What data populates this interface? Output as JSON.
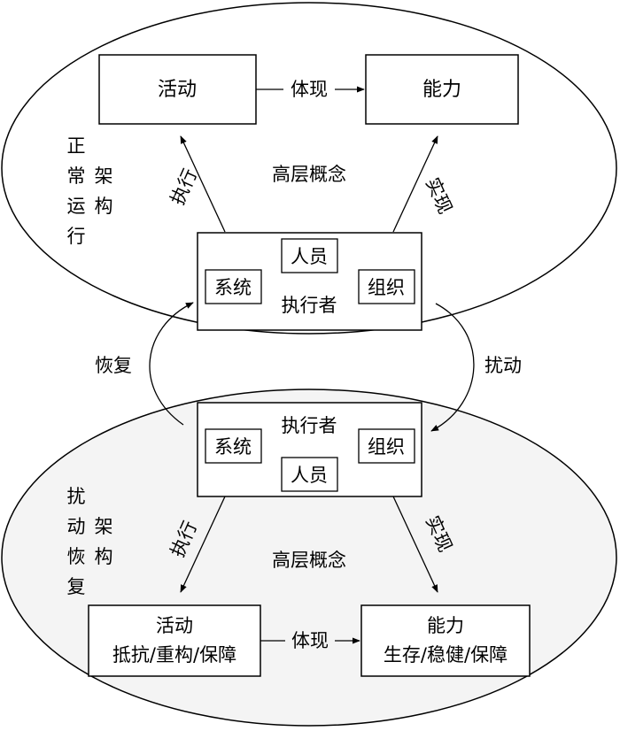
{
  "top": {
    "activity": "活动",
    "ability": "能力",
    "embody": "体现",
    "execute": "执行",
    "realize": "实现",
    "high_level": "高层概念",
    "executor": {
      "personnel": "人员",
      "system": "系统",
      "organization": "组织",
      "title": "执行者"
    },
    "frame_label": [
      "正",
      "常",
      "架",
      "运",
      "构",
      "行"
    ]
  },
  "flows": {
    "recover": "恢复",
    "disturb": "扰动"
  },
  "bottom": {
    "executor": {
      "title": "执行者",
      "system": "系统",
      "organization": "组织",
      "personnel": "人员"
    },
    "execute": "执行",
    "realize": "实现",
    "high_level": "高层概念",
    "activity": "活动",
    "activity_sub": "抵抗/重构/保障",
    "embody": "体现",
    "ability": "能力",
    "ability_sub": "生存/稳健/保障",
    "frame_label": [
      "扰",
      "动",
      "架",
      "恢",
      "构",
      "复"
    ]
  }
}
